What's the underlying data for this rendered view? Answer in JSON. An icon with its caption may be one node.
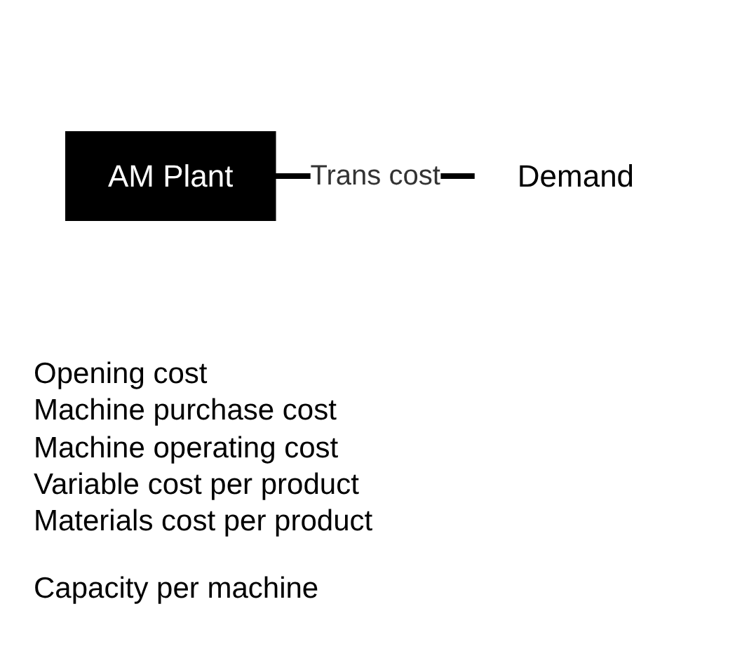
{
  "diagram": {
    "nodes": [
      {
        "text": [
          "AM Plant"
        ],
        "beside": [
          "Opening cost",
          "Machine purchase cost",
          "Machine operating cost",
          "Variable cost per product",
          "Materials cost per product",
          "Capacity per machine"
        ]
      },
      {
        "text": [
          "Demand"
        ]
      }
    ],
    "edges": [
      {
        "from": 0,
        "to": 1,
        "arrow": "none",
        "label": "Trans cost"
      }
    ]
  }
}
